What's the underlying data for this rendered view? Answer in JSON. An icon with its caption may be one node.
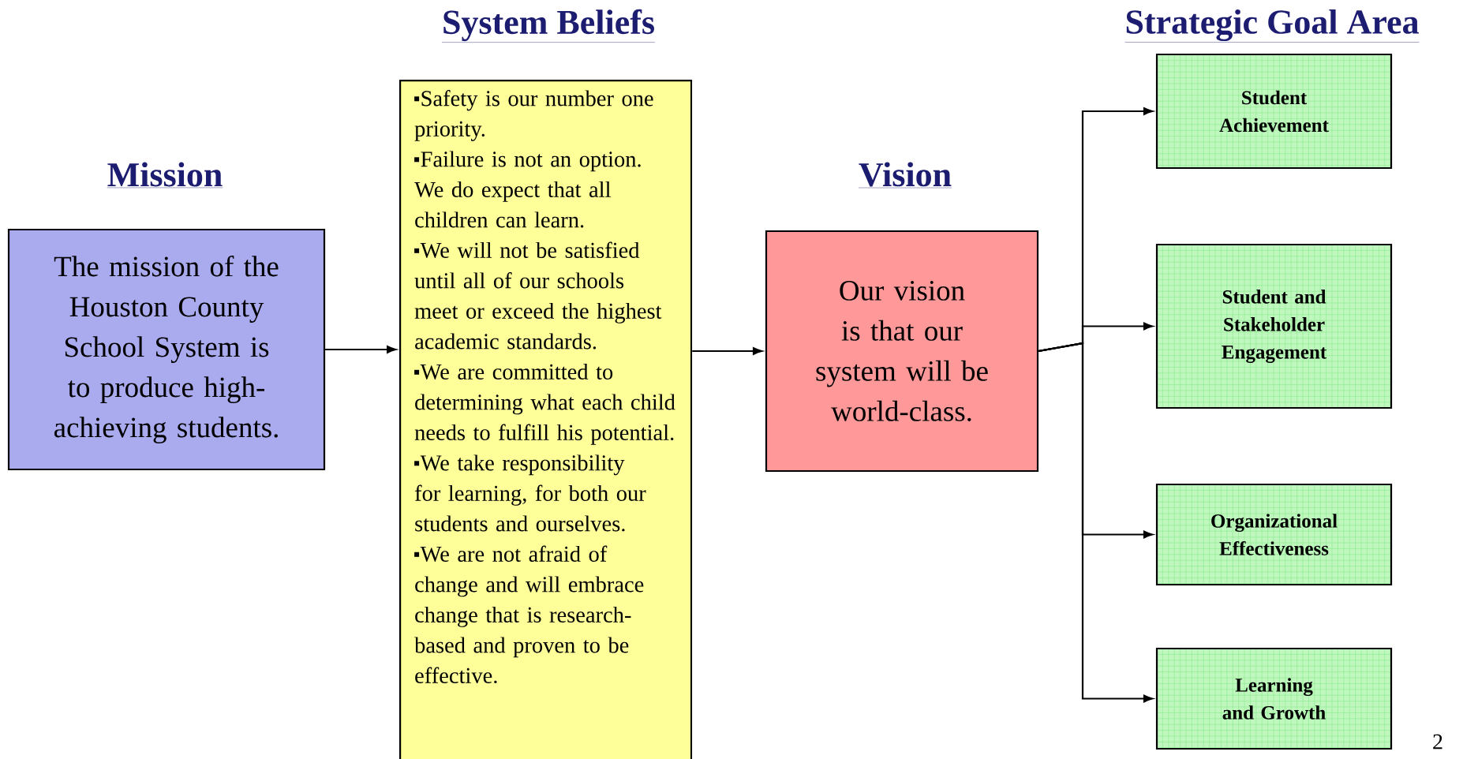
{
  "diagram": {
    "nodes": [
      {
        "text": [
          "Mission",
          "The mission of the Houston County School System is to produce high-achieving students."
        ]
      },
      {
        "text": [
          "System Beliefs",
          "Safety is our number one priority.",
          "Failure is not an option. We do expect that all children can learn.",
          "We will not be satisfied until all of our schools meet or exceed the highest academic standards.",
          "We are committed to determining what each child needs to fulfill his potential.",
          "We take responsibility for learning, for both our students and ourselves.",
          "We are not afraid of change and will embrace change that is research-based and proven to be effective."
        ]
      },
      {
        "text": [
          "Vision",
          "Our vision is that our system will be world-class."
        ]
      },
      {
        "text": [
          "Student Achievement"
        ]
      },
      {
        "text": [
          "Student and Stakeholder Engagement"
        ]
      },
      {
        "text": [
          "Organizational Effectiveness"
        ]
      },
      {
        "text": [
          "Learning and Growth"
        ]
      }
    ],
    "edges": [
      {
        "from": 0,
        "to": 1,
        "arrow": "to"
      },
      {
        "from": 1,
        "to": 2,
        "arrow": "to"
      },
      {
        "from": 2,
        "to": 3,
        "arrow": "to"
      },
      {
        "from": 2,
        "to": 4,
        "arrow": "to"
      },
      {
        "from": 2,
        "to": 5,
        "arrow": "to"
      },
      {
        "from": 2,
        "to": 6,
        "arrow": "to"
      }
    ],
    "labels": [
      "Strategic Goal Area",
      "2"
    ]
  }
}
